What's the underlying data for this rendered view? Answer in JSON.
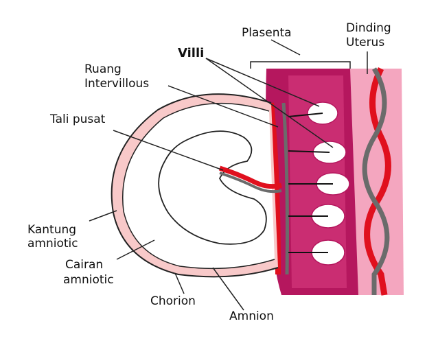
{
  "labels": {
    "plasenta": "Plasenta",
    "dinding_line1": "Dinding",
    "dinding_line2": "Uterus",
    "villi": "Villi",
    "ruang_line1": "Ruang",
    "ruang_line2": "Intervillous",
    "tali_pusat": "Tali pusat",
    "kantung_line1": "Kantung",
    "kantung_line2": "amniotic",
    "cairan_line1": "Cairan",
    "cairan_line2": "amniotic",
    "chorion": "Chorion",
    "amnion": "Amnion"
  },
  "colors": {
    "placenta_dark": "#b5175e",
    "placenta_mid": "#d83c80",
    "placenta_light": "#f4a6bf",
    "vessel_red": "#e0101e",
    "vessel_grey": "#6b6b6b",
    "sac_pink": "#f8c9c9",
    "fetus_fill": "#ffffff",
    "outline": "#222222"
  }
}
